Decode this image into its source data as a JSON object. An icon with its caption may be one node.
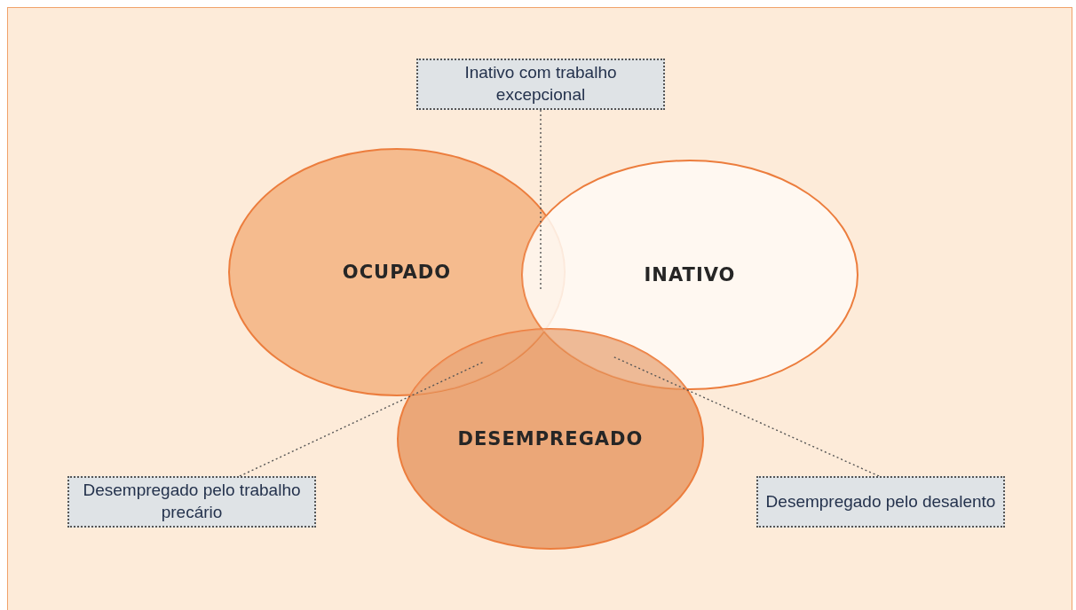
{
  "diagram": {
    "nodes": [
      {
        "text": [
          "OCUPADO"
        ]
      },
      {
        "text": [
          "INATIVO"
        ]
      },
      {
        "text": [
          "DESEMPREGADO"
        ]
      },
      {
        "text": [
          "Inativo com trabalho excepcional"
        ]
      },
      {
        "text": [
          "Desempregado pelo trabalho precário"
        ]
      },
      {
        "text": [
          "Desempregado pelo desalento"
        ]
      },
      {
        "text": [],
        "shape": "region"
      },
      {
        "text": [],
        "shape": "region"
      },
      {
        "text": [],
        "shape": "region"
      }
    ],
    "edges": [
      {
        "from": 3,
        "to": 6,
        "arrow": "none",
        "style": "dashed"
      },
      {
        "from": 4,
        "to": 7,
        "arrow": "none",
        "style": "dashed"
      },
      {
        "from": 5,
        "to": 8,
        "arrow": "none",
        "style": "dashed"
      }
    ]
  }
}
